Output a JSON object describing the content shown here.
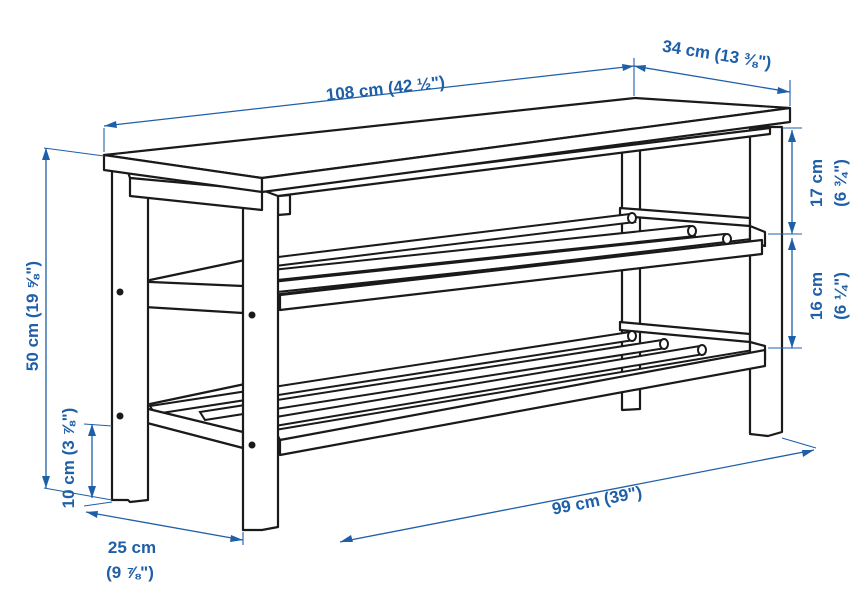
{
  "colors": {
    "dimension": "#1f5fa8",
    "lines": "#1a1a1a",
    "background": "#ffffff"
  },
  "dimensions": {
    "total_width": "108 cm (42 ½\")",
    "depth": "34 cm (13 ⅜\")",
    "total_height": "50 cm (19 ⅝\")",
    "top_gap": "17 cm",
    "top_gap_in": "(6 ¾\")",
    "mid_gap": "16 cm",
    "mid_gap_in": "(6 ¼\")",
    "ground_clearance": "10 cm (3 ⅞\")",
    "leg_depth": "25 cm",
    "leg_depth_in": "(9 ⅞\")",
    "inner_width": "99 cm (39\")"
  }
}
